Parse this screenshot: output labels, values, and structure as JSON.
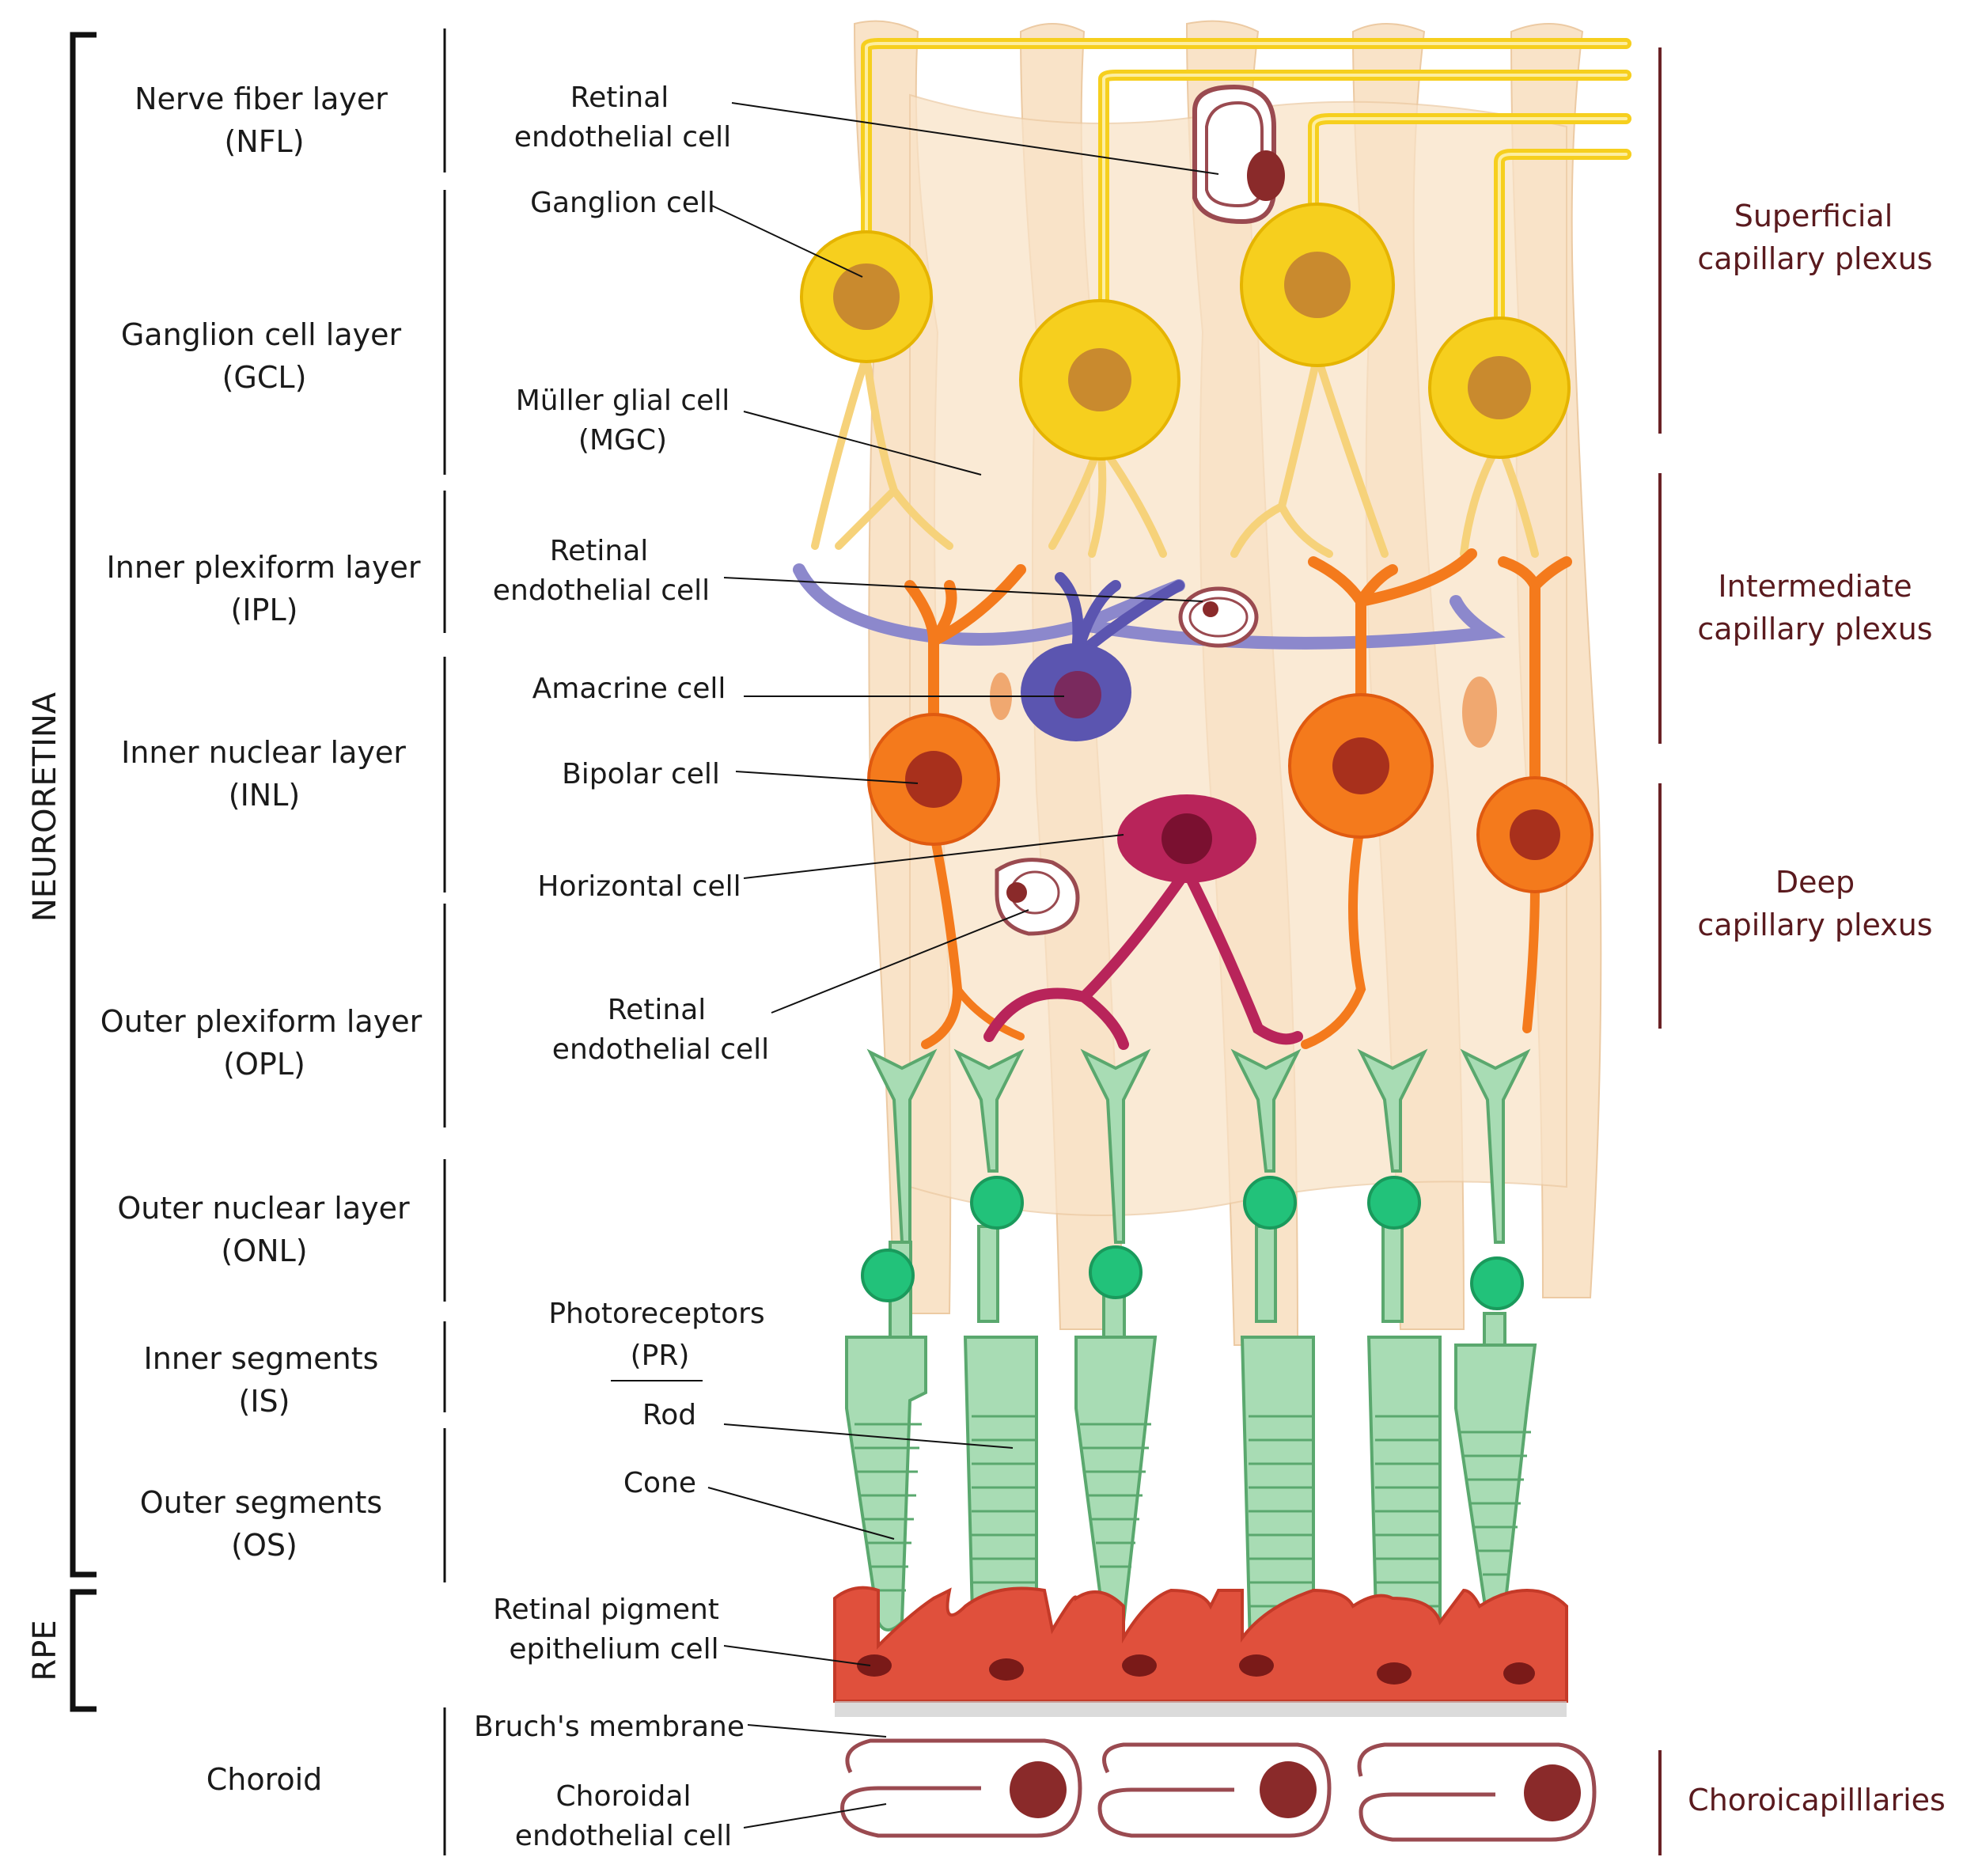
{
  "side_labels": {
    "neuroretina": "NEURORETINA",
    "rpe": "RPE"
  },
  "layers": [
    {
      "name": "Nerve fiber layer",
      "abbr": "(NFL)"
    },
    {
      "name": "Ganglion cell layer",
      "abbr": "(GCL)"
    },
    {
      "name": "Inner plexiform layer",
      "abbr": "(IPL)"
    },
    {
      "name": "Inner nuclear layer",
      "abbr": "(INL)"
    },
    {
      "name": "Outer plexiform layer",
      "abbr": "(OPL)"
    },
    {
      "name": "Outer nuclear layer",
      "abbr": "(ONL)"
    },
    {
      "name": "Inner segments",
      "abbr": "(IS)"
    },
    {
      "name": "Outer segments",
      "abbr": "(OS)"
    },
    {
      "name": "Choroid",
      "abbr": ""
    }
  ],
  "cell_labels": {
    "retinal_endothelial_1": [
      "Retinal",
      "endothelial cell"
    ],
    "ganglion": "Ganglion cell",
    "muller": [
      "Müller glial cell",
      "(MGC)"
    ],
    "retinal_endothelial_2": [
      "Retinal",
      "endothelial cell"
    ],
    "amacrine": "Amacrine cell",
    "bipolar": "Bipolar cell",
    "horizontal": "Horizontal cell",
    "retinal_endothelial_3": [
      "Retinal",
      "endothelial cell"
    ],
    "photoreceptors": [
      "Photoreceptors",
      "(PR)"
    ],
    "rod": "Rod",
    "cone": "Cone",
    "rpe_cell": [
      "Retinal pigment",
      "epithelium cell"
    ],
    "bruchs": "Bruch's membrane",
    "choroidal_endothelial": [
      "Choroidal",
      "endothelial cell"
    ]
  },
  "plexus_labels": {
    "superficial": [
      "Superficial",
      "capillary plexus"
    ],
    "intermediate": [
      "Intermediate",
      "capillary plexus"
    ],
    "deep": [
      "Deep",
      "capillary plexus"
    ],
    "choroicapillaries": "Choroicapilllaries"
  },
  "colors": {
    "muller": "#f9e3c8",
    "ganglion": "#f6cf1e",
    "ganglion_nucleus": "#c98a2e",
    "bipolar": "#f47a1c",
    "bipolar_nucleus": "#a8301c",
    "amacrine": "#5b55b0",
    "amacrine_nucleus": "#7a2a5e",
    "horizontal": "#b8245a",
    "photoreceptor": "#a8dcb4",
    "photoreceptor_stroke": "#5aa86e",
    "rpe": "#e0503c",
    "vessel": "#9a4a50",
    "plexus_text": "#5a1a1e"
  }
}
